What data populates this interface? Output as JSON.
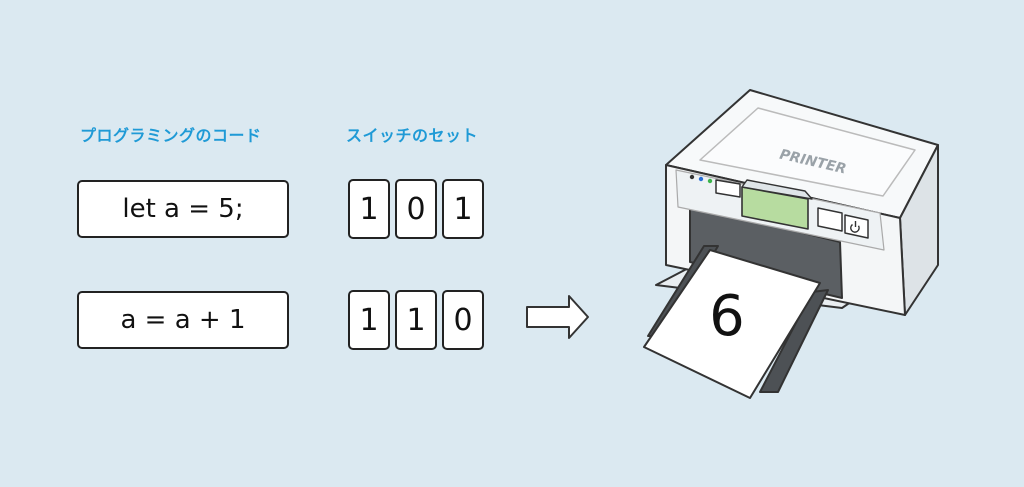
{
  "labels": {
    "code_heading": "プログラミングのコード",
    "switch_heading": "スイッチのセット"
  },
  "code_lines": [
    "let a = 5;",
    "a = a + 1"
  ],
  "switch_rows": [
    [
      "1",
      "0",
      "1"
    ],
    [
      "1",
      "1",
      "0"
    ]
  ],
  "printer": {
    "brand": "PRINTER",
    "output": "6"
  },
  "colors": {
    "background": "#dbe9f1",
    "heading": "#1f9ad6",
    "display": "#b7dca0",
    "led_blue": "#2a6fd6",
    "led_green": "#3bb34a"
  },
  "icons": [
    "arrow-right-icon",
    "power-icon"
  ]
}
